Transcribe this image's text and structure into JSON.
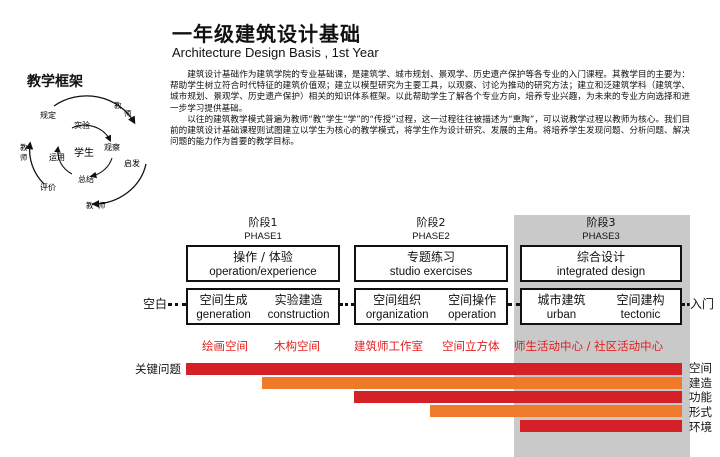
{
  "header": {
    "title": "一年级建筑设计基础",
    "subtitle": "Architecture Design Basis , 1st Year"
  },
  "framework": {
    "heading": "教学框架",
    "center": "学生",
    "inner": [
      "实验",
      "观察",
      "总结",
      "运用"
    ],
    "outer": [
      "教",
      "师",
      "启发",
      "教",
      "师",
      "评价",
      "教",
      "师",
      "规定"
    ]
  },
  "intro": {
    "p1": "建筑设计基础作为建筑学院的专业基础课，是建筑学、城市规划、景观学、历史遗产保护等各专业的入门课程。其教学目的主要为：帮助学生树立符合时代特征的建筑价值观；建立以模型研究为主要工具，以观察、讨论为推动的研究方法；建立和泛建筑学科（建筑学、城市规划、景观学、历史遗产保护）相关的知识体系框架。以此帮助学生了解各个专业方向，培养专业兴趣，为未来的专业方向选择和进一步学习提供基础。",
    "p2": "以往的建筑教学模式普遍为教师“教”学生“学”的“传授”过程，这一过程往往被描述为“熏陶”，可以说教学过程以教师为核心。我们目前的建筑设计基础课程则试图建立以学生为核心的教学模式，将学生作为设计研究、发展的主角。将培养学生发现问题、分析问题、解决问题的能力作为首要的教学目标。"
  },
  "phases": [
    {
      "stage": "阶段1",
      "stage_en": "PHASE1",
      "top_zh": "操作 / 体验",
      "top_en": "operation/experience",
      "left_zh": "空间生成",
      "left_en": "generation",
      "right_zh": "实验建造",
      "right_en": "construction"
    },
    {
      "stage": "阶段2",
      "stage_en": "PHASE2",
      "top_zh": "专题练习",
      "top_en": "studio exercises",
      "left_zh": "空间组织",
      "left_en": "organization",
      "right_zh": "空间操作",
      "right_en": "operation"
    },
    {
      "stage": "阶段3",
      "stage_en": "PHASE3",
      "top_zh": "综合设计",
      "top_en": "integrated design",
      "left_zh": "城市建筑",
      "left_en": "urban",
      "right_zh": "空间建构",
      "right_en": "tectonic"
    }
  ],
  "flow": {
    "start": "空白",
    "end": "入门"
  },
  "projects": [
    "绘画空间",
    "木构空间",
    "建筑师工作室",
    "空间立方体",
    "师生活动中心 / 社区活动中心"
  ],
  "key_issues": {
    "label": "关键问题",
    "rows": [
      "空间",
      "建造",
      "功能",
      "形式",
      "环境"
    ],
    "colors": {
      "primary": "#d42027",
      "secondary": "#f0792a"
    }
  }
}
